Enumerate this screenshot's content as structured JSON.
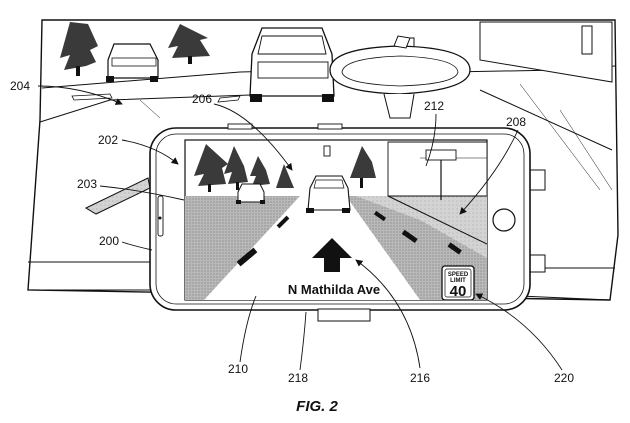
{
  "figure": {
    "caption": "FIG. 2"
  },
  "screen": {
    "street_name": "N Mathilda Ave",
    "speed_limit_label_line1": "SPEED",
    "speed_limit_label_line2": "LIMIT",
    "speed_limit_value": "40"
  },
  "reference_numerals": {
    "r200": "200",
    "r202": "202",
    "r203": "203",
    "r204": "204",
    "r206": "206",
    "r208": "208",
    "r210": "210",
    "r212": "212",
    "r216": "216",
    "r218": "218",
    "r220": "220"
  }
}
